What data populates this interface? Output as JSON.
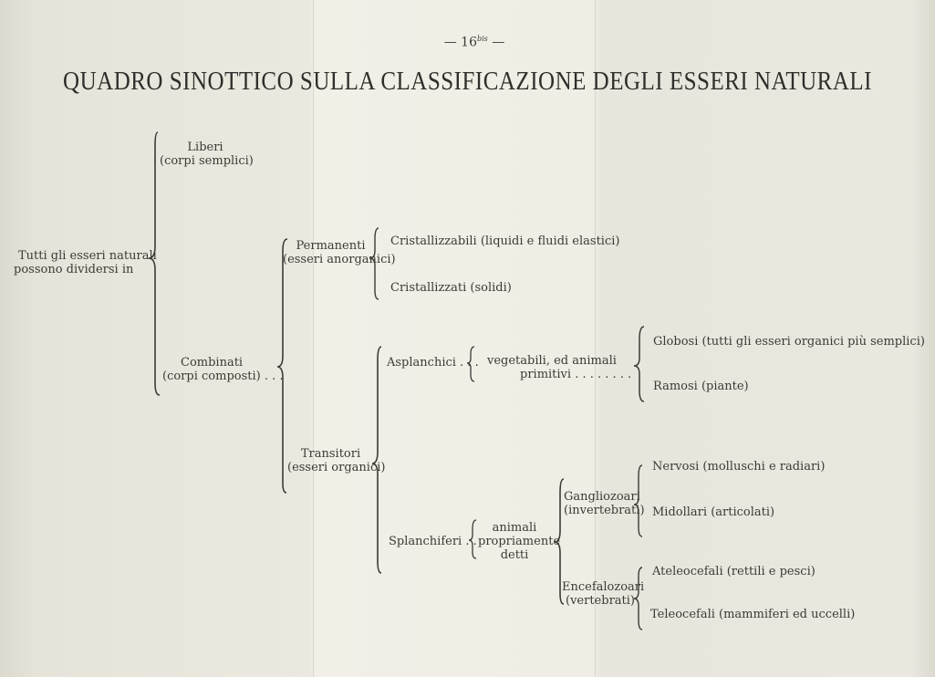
{
  "page_number": "— 16",
  "page_number_suffix": "bis",
  "page_number_dash": " —",
  "title": "QUADRO SINOTTICO SULLA CLASSIFICAZIONE DEGLI ESSERI NATURALI",
  "root": {
    "line1": "Tutti gli esseri naturali",
    "line2": "possono dividersi in"
  },
  "liberi": {
    "name": "Liberi",
    "note": "(corpi semplici)"
  },
  "combinati": {
    "name": "Combinati",
    "note": "(corpi composti) . . ."
  },
  "permanenti": {
    "name": "Permanenti",
    "note": "(esseri anorganici)",
    "children": [
      "Cristallizzabili (liquidi e fluidi elastici)",
      "Cristallizzati (solidi)"
    ]
  },
  "transitori": {
    "name": "Transitori",
    "note": "(esseri organici)"
  },
  "asplanchici": {
    "name": "Asplanchici . . .",
    "desc1": "vegetabili, ed animali",
    "desc2": "primitivi . . . . . . . .",
    "children": [
      "Globosi (tutti gli esseri organici più semplici)",
      "Ramosi (piante)"
    ]
  },
  "splanchiferi": {
    "name": "Splanchiferi . .",
    "desc1": "animali",
    "desc2": "propriamente",
    "desc3": "detti"
  },
  "gangliozoari": {
    "name": "Gangliozoari",
    "note": "(invertebrati)",
    "children": [
      "Nervosi (molluschi e radiari)",
      "Midollari (articolati)"
    ]
  },
  "encefalozoari": {
    "name": "Encefalozoari",
    "note": "(vertebrati)",
    "children": [
      "Ateleocefali (rettili e pesci)",
      "Teleocefali (mammiferi ed uccelli)"
    ]
  }
}
